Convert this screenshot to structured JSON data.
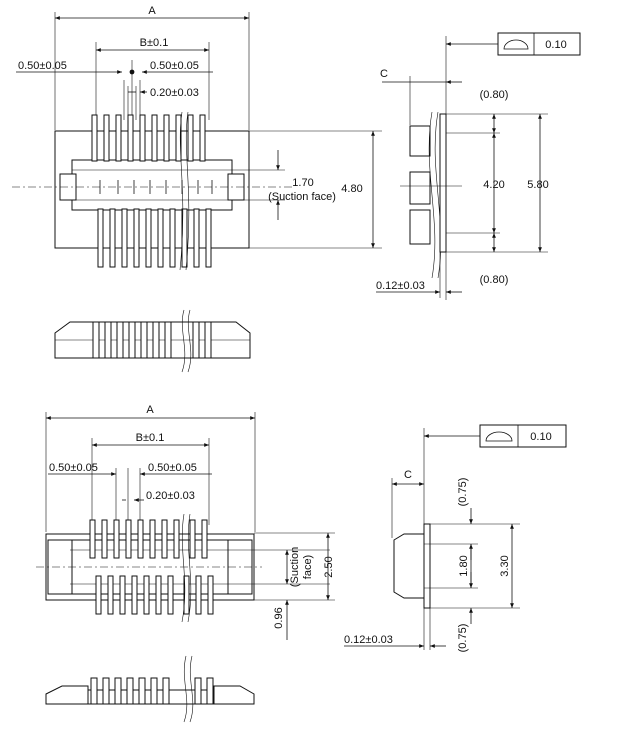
{
  "top_section": {
    "dim_a": "A",
    "dim_b": "B±0.1",
    "pitch_left": "0.50±0.05",
    "pitch_right": "0.50±0.05",
    "pin_width": "0.20±0.03",
    "suction_value": "1.70",
    "suction_label": "(Suction face)",
    "height_480": "4.80",
    "side_c": "C",
    "flatness_value": "0.10",
    "ref_top": "(0.80)",
    "dim_420": "4.20",
    "dim_580": "5.80",
    "ref_bottom": "(0.80)",
    "lead_thickness": "0.12±0.03"
  },
  "bottom_section": {
    "dim_a": "A",
    "dim_b": "B±0.1",
    "pitch_left": "0.50±0.05",
    "pitch_right": "0.50±0.05",
    "pin_width": "0.20±0.03",
    "suction_label_1": "(Suction",
    "suction_label_2": "face)",
    "dim_250": "2.50",
    "dim_096": "0.96",
    "side_c": "C",
    "flatness_value": "0.10",
    "ref_top": "(0.75)",
    "dim_180": "1.80",
    "dim_330": "3.30",
    "ref_bottom": "(0.75)",
    "lead_thickness": "0.12±0.03"
  }
}
